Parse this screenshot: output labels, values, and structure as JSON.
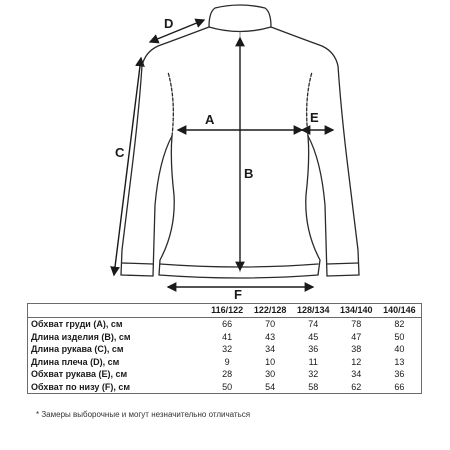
{
  "diagram": {
    "labels": {
      "A": "A",
      "B": "B",
      "C": "C",
      "D": "D",
      "E": "E",
      "F": "F"
    }
  },
  "table": {
    "sizes": [
      "116/122",
      "122/128",
      "128/134",
      "134/140",
      "140/146"
    ],
    "rows": [
      {
        "label": "Обхват груди (A), см",
        "values": [
          "66",
          "70",
          "74",
          "78",
          "82"
        ]
      },
      {
        "label": "Длина изделия (B), см",
        "values": [
          "41",
          "43",
          "45",
          "47",
          "50"
        ]
      },
      {
        "label": "Длина рукава (C), см",
        "values": [
          "32",
          "34",
          "36",
          "38",
          "40"
        ]
      },
      {
        "label": "Длина плеча (D), см",
        "values": [
          "9",
          "10",
          "11",
          "12",
          "13"
        ]
      },
      {
        "label": "Обхват рукава (E), см",
        "values": [
          "28",
          "30",
          "32",
          "34",
          "36"
        ]
      },
      {
        "label": "Обхват по низу (F), см",
        "values": [
          "50",
          "54",
          "58",
          "62",
          "66"
        ]
      }
    ]
  },
  "note": "* Замеры выборочные и могут незначительно отличаться"
}
